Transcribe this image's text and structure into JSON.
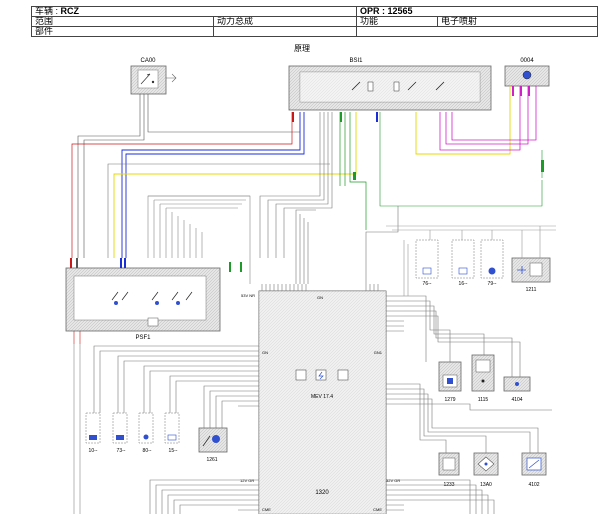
{
  "header": {
    "vehicle_label": "车辆 :",
    "vehicle_value": "RCZ",
    "opr_label": "OPR :",
    "opr_value": "12565",
    "scope_label": "范围",
    "scope_value": "动力总成",
    "function_label": "功能",
    "function_value": "电子喷射",
    "part_label": "部件"
  },
  "diagram_title": "原理",
  "components": {
    "ca00": "CA00",
    "bsi1": "BSI1",
    "c0004": "0004",
    "psf1": "PSF1",
    "ecu_code": "1320",
    "ecu_model": "MEV 17.4",
    "c1211": "1211",
    "c1279": "1279",
    "c1115": "1115",
    "c4104": "4104",
    "c1261": "1261",
    "c1233": "1233",
    "c13a0": "13A0",
    "c4102": "4102",
    "ref_76": "76--",
    "ref_16": "16--",
    "ref_79": "79--",
    "ref_10": "10--",
    "ref_73": "73--",
    "ref_80": "80--",
    "ref_15": "15--"
  },
  "connectors": {
    "c53v_nr": "53V NR",
    "gn_top": "GN",
    "gn_left": "GN",
    "gn_right": "GN1",
    "c12v_gr": "12V GR",
    "c32v_gr": "32V GR",
    "cme_left": "CME",
    "cme_right": "CME"
  },
  "colors": {
    "wire_blue": "#1a2ed8",
    "wire_red": "#c81818",
    "wire_yellow": "#e8d800",
    "wire_magenta": "#d020c8",
    "wire_green": "#1e9a2a",
    "wire_grey": "#555555"
  },
  "icons": [
    "relay-icon",
    "fuse-icon",
    "sensor-icon",
    "lightning-icon",
    "pump-icon",
    "ground-icon"
  ]
}
